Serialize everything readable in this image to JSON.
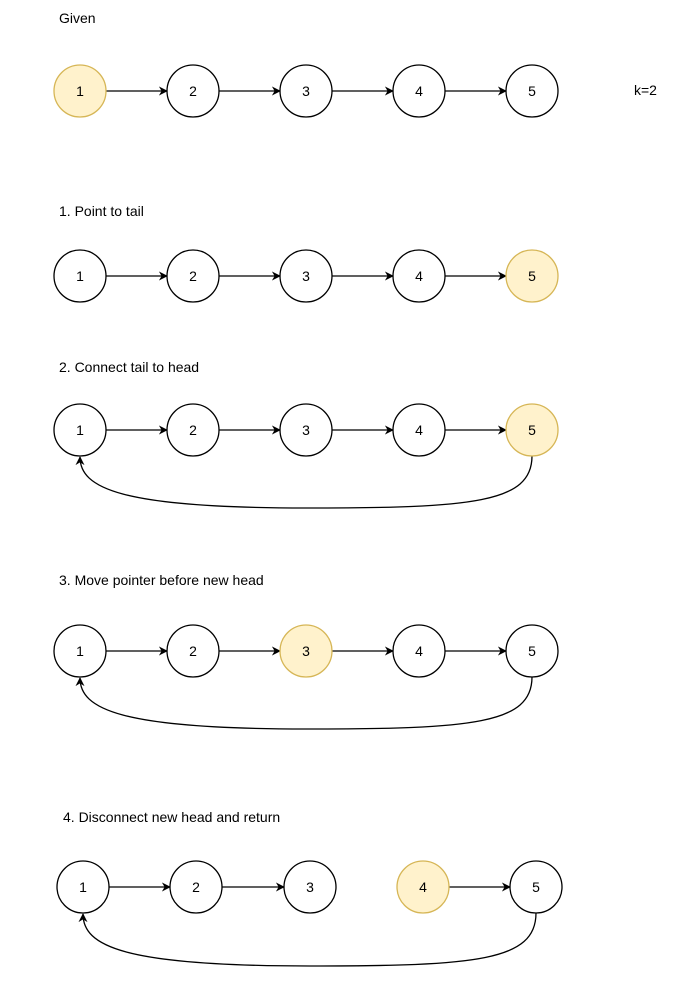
{
  "colors": {
    "node_fill": "#ffffff",
    "node_stroke": "#000000",
    "highlight_fill": "#fff2cc",
    "highlight_stroke": "#d6b656",
    "edge": "#000000"
  },
  "k_label": "k=2",
  "sections": [
    {
      "title": "Given",
      "nodes": [
        "1",
        "2",
        "3",
        "4",
        "5"
      ],
      "highlighted": [
        "1"
      ],
      "edges": [
        [
          "1",
          "2"
        ],
        [
          "2",
          "3"
        ],
        [
          "3",
          "4"
        ],
        [
          "4",
          "5"
        ]
      ],
      "back_edge": null
    },
    {
      "title": "1. Point to tail",
      "nodes": [
        "1",
        "2",
        "3",
        "4",
        "5"
      ],
      "highlighted": [
        "5"
      ],
      "edges": [
        [
          "1",
          "2"
        ],
        [
          "2",
          "3"
        ],
        [
          "3",
          "4"
        ],
        [
          "4",
          "5"
        ]
      ],
      "back_edge": null
    },
    {
      "title": "2. Connect tail to head",
      "nodes": [
        "1",
        "2",
        "3",
        "4",
        "5"
      ],
      "highlighted": [
        "5"
      ],
      "edges": [
        [
          "1",
          "2"
        ],
        [
          "2",
          "3"
        ],
        [
          "3",
          "4"
        ],
        [
          "4",
          "5"
        ]
      ],
      "back_edge": [
        "5",
        "1"
      ]
    },
    {
      "title": "3. Move pointer before new head",
      "nodes": [
        "1",
        "2",
        "3",
        "4",
        "5"
      ],
      "highlighted": [
        "3"
      ],
      "edges": [
        [
          "1",
          "2"
        ],
        [
          "2",
          "3"
        ],
        [
          "3",
          "4"
        ],
        [
          "4",
          "5"
        ]
      ],
      "back_edge": [
        "5",
        "1"
      ]
    },
    {
      "title": "4. Disconnect new head and return",
      "nodes": [
        "1",
        "2",
        "3",
        "4",
        "5"
      ],
      "highlighted": [
        "4"
      ],
      "edges": [
        [
          "1",
          "2"
        ],
        [
          "2",
          "3"
        ],
        [
          "4",
          "5"
        ]
      ],
      "back_edge": [
        "5",
        "1"
      ]
    }
  ]
}
